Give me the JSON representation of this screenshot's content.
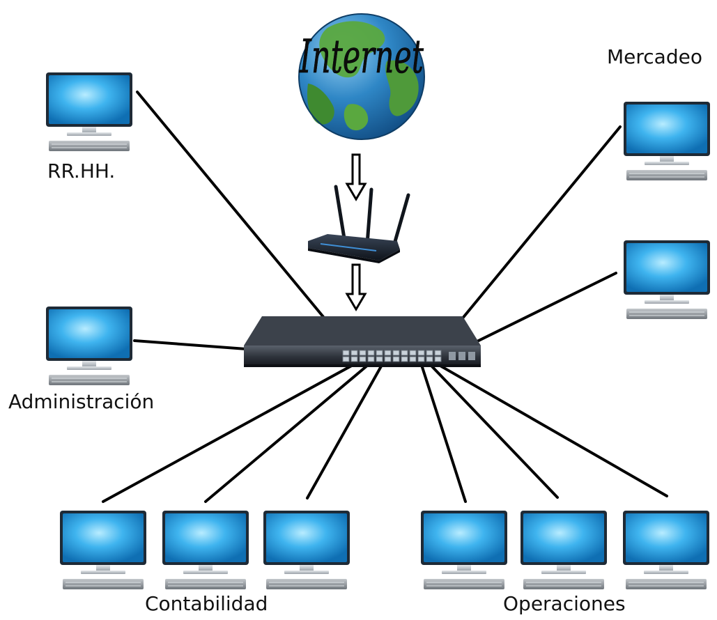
{
  "globe": {
    "label": "Internet"
  },
  "departments": {
    "rrhh": "RR.HH.",
    "mercadeo": "Mercadeo",
    "administracion": "Administración",
    "contabilidad": "Contabilidad",
    "operaciones": "Operaciones"
  },
  "colors": {
    "screen": "#2aa6e8",
    "screen_light": "#9fe2ff",
    "bezel": "#1e2a36",
    "stand": "#c9ced3",
    "keyboard": "#8a9097",
    "switch_body": "#2b3038",
    "router_body": "#1f2733",
    "ocean": "#2f87c6",
    "land": "#4f9a3a",
    "cable": "#000000"
  },
  "icons": [
    "globe-icon",
    "router-icon",
    "switch-icon",
    "computer-icon",
    "arrow-down-icon"
  ]
}
